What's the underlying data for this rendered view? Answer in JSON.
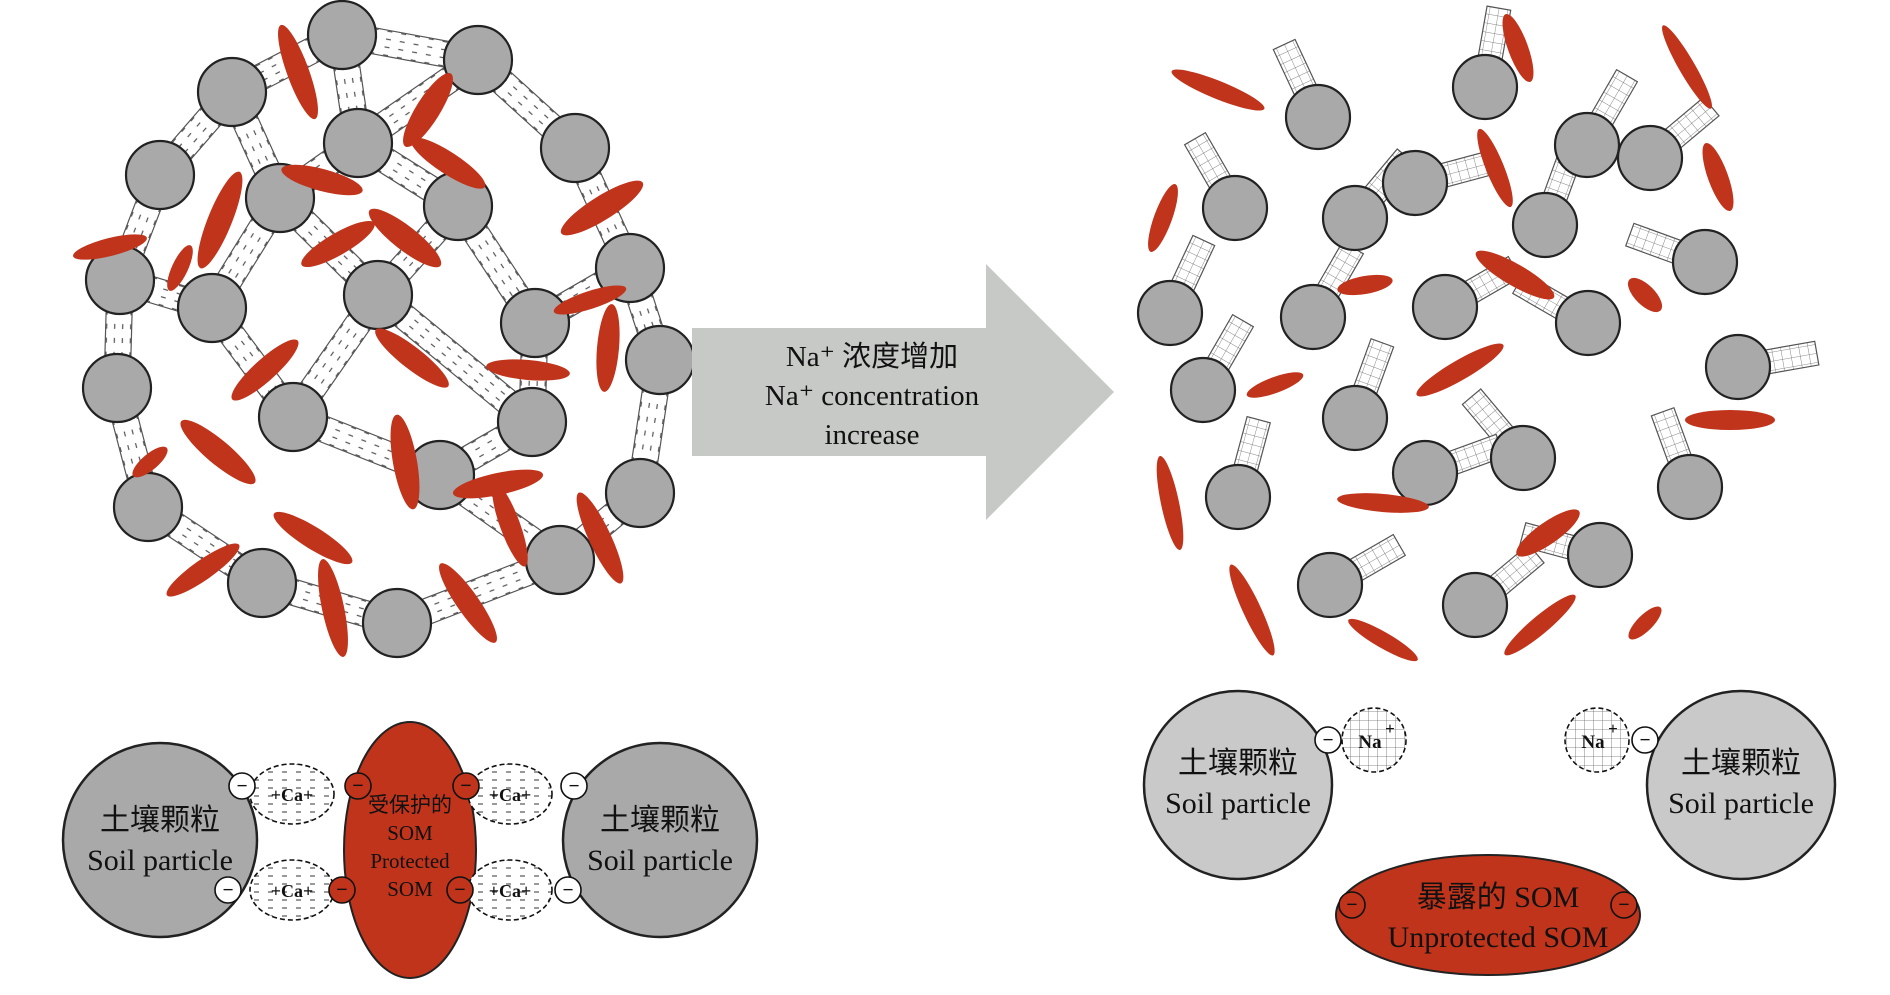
{
  "colors": {
    "particle_fill": "#a9a9a9",
    "particle_stroke": "#222222",
    "som_fill": "#c0341c",
    "arrow_fill": "#c6c9c6",
    "bridge_fill": "#ffffff"
  },
  "arrow": {
    "line1": "Na⁺ 浓度增加",
    "line2": "Na⁺ concentration",
    "line3": "increase"
  },
  "left_detail": {
    "particle_left_zh": "土壤颗粒",
    "particle_left_en": "Soil particle",
    "particle_right_zh": "土壤颗粒",
    "particle_right_en": "Soil particle",
    "som_zh": "受保护的",
    "som_en1": "SOM",
    "som_en2": "Protected",
    "som_en3": "SOM",
    "ca_label": "Ca",
    "neg_sign": "−",
    "pos_sign": "+"
  },
  "right_detail": {
    "particle_left_zh": "土壤颗粒",
    "particle_left_en": "Soil particle",
    "particle_right_zh": "土壤颗粒",
    "particle_right_en": "Soil particle",
    "na_label": "Na",
    "som_zh": "暴露的 SOM",
    "som_en": "Unprotected SOM",
    "neg_sign": "−",
    "pos_sign": "+"
  }
}
